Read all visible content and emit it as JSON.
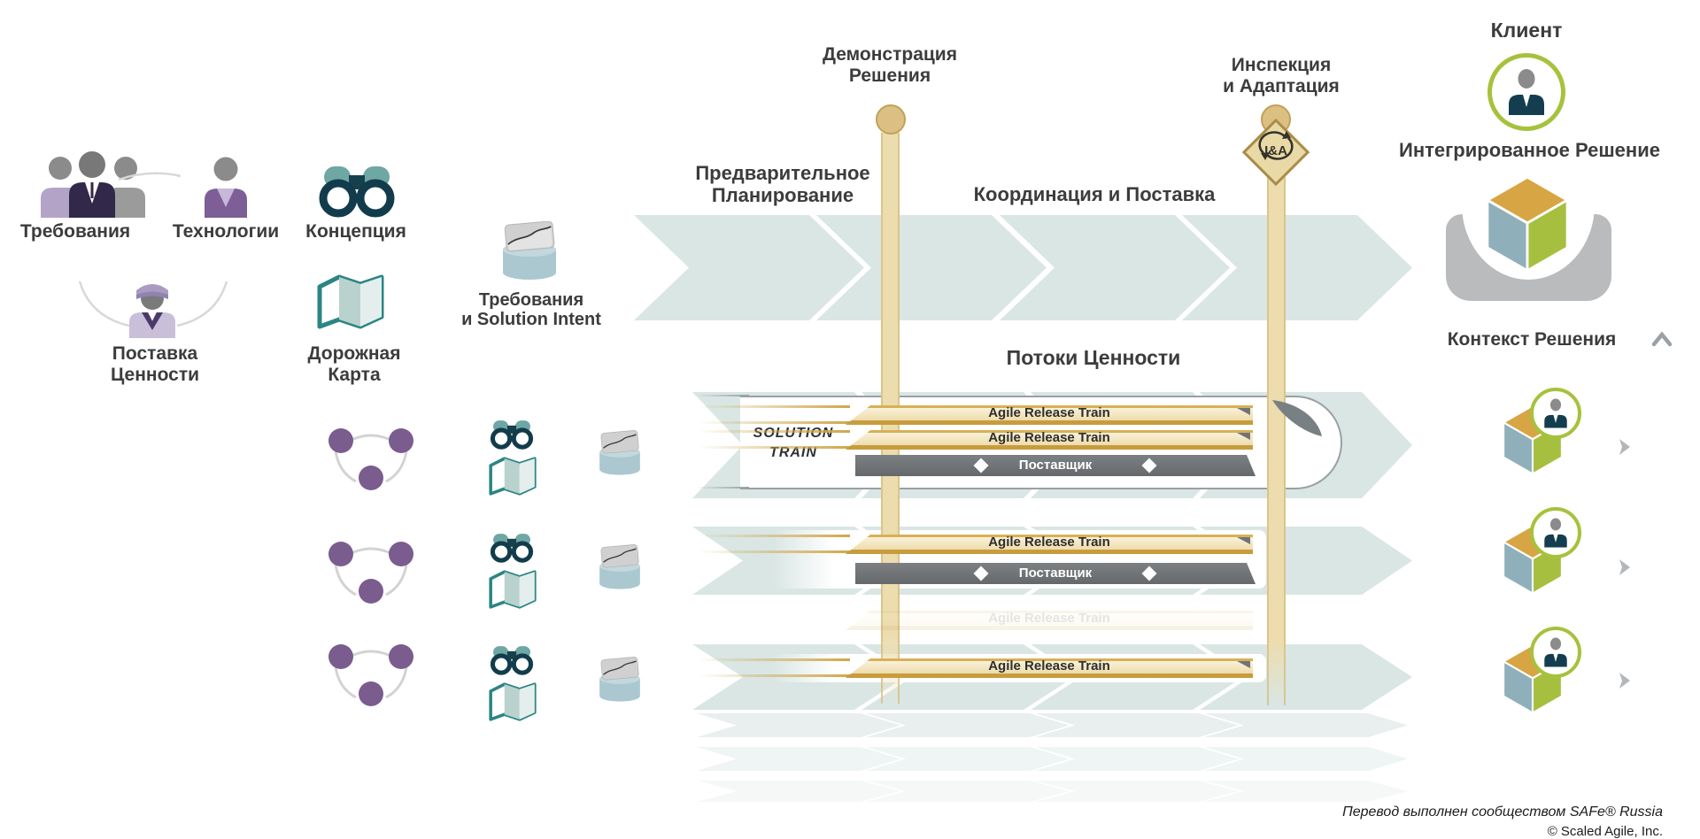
{
  "left": {
    "requirements_label": "Требования",
    "technology_label": "Технологии",
    "concept_label": "Концепция",
    "value_delivery": [
      "Поставка",
      "Ценности"
    ],
    "roadmap": [
      "Дорожная",
      "Карта"
    ],
    "solution_intent": [
      "Требования",
      "и Solution Intent"
    ]
  },
  "timeline": {
    "demo": [
      "Демонстрация",
      "Решения"
    ],
    "inspect": [
      "Инспекция",
      "и Адаптация"
    ],
    "ia_badge": "I&A",
    "pre_planning": [
      "Предварительное",
      "Планирование"
    ],
    "coordination": "Координация и Поставка"
  },
  "streams": {
    "title": "Потоки Ценности",
    "solution_train": [
      "SOLUTION",
      "TRAIN"
    ],
    "art_label": "Agile Release Train",
    "supplier_label": "Поставщик"
  },
  "right": {
    "client": "Клиент",
    "integrated_solution": "Интегрированное Решение",
    "solution_context": "Контекст Решения"
  },
  "footer": {
    "translation": "Перевод выполнен сообществом SAFe® Russia",
    "copyright": "© Scaled Agile, Inc."
  },
  "colors": {
    "band_teal": "#d9e6e4",
    "gold": "#c89c3e",
    "supplier_gray": "#6e7274",
    "purple": "#7b5c8f",
    "map_teal": "#2b8584",
    "binocular_navy": "#17404f",
    "client_green": "#a6c23c",
    "cube_orange": "#d8a544",
    "cube_blue": "#8fb0ba",
    "cube_green": "#a6bf3f"
  }
}
